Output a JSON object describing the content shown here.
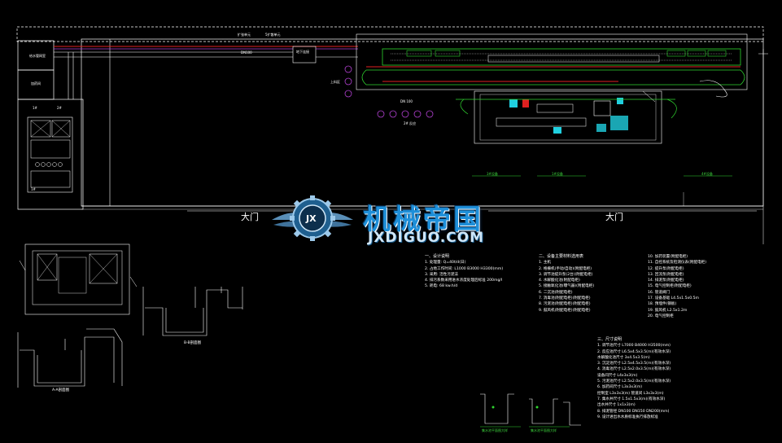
{
  "drawing": {
    "gate_labels": [
      "大门",
      "大门"
    ],
    "top_labels": [
      "扩张单元",
      "5扩散单元",
      "DN100",
      "地下连接"
    ],
    "left_room_labels": [
      "给水管网室",
      "加药间"
    ],
    "floor_labels": [
      "1#",
      "2#",
      "1#"
    ],
    "legend_left": "上料区",
    "device_labels": [
      "DN 100",
      "2# 反应"
    ],
    "bottom_green_labels": [
      "3#设备",
      "1#设备",
      "4#设备"
    ],
    "section_captions": [
      "A-A剖面图",
      "B-B剖面图"
    ],
    "small_captions": [
      "集水池平面图大样",
      "集水池平面图大样"
    ],
    "colors": {
      "cad_white": "#ffffff",
      "line_green": "#2fd52f",
      "line_red": "#e02020",
      "line_purple": "#b040d0",
      "line_cyan": "#20d0e0",
      "logo_blue": "#1e8fd9"
    }
  },
  "notes": {
    "col1": {
      "title": "一、设计说明",
      "items": [
        "1. 处理量: Q=40t/d(日)",
        "2. 占地工作时间: L1000 B3000 H3300(mm)",
        "3. 采用: 活性污泥法",
        "4. 排污系数采用进水浓度处理后标准 200mg/l",
        "5. 耗电: 68 kw.h/d"
      ]
    },
    "col2": {
      "title": "二、设备主要材料选用表",
      "items": [
        "1. 主机",
        "2. 格栅机(手动/自动)(附配电柜)",
        "3. 调节池提升泵(2台)(附配电柜)",
        "4. 水解酸化池(附配电柜)",
        "5. 接触氧化池(曝气器)(附配电柜)",
        "6. 二沉池(附配电柜)",
        "7. 消毒池(附配电柜)(附配电柜)",
        "8. 污泥池(附配电柜)(附配电柜)",
        "9. 鼓风机(附配电柜)(附配电柜)"
      ]
    },
    "col3": {
      "items": [
        "10. 加药装置(附配电柜)",
        "11. 自控系统及检测仪表(附配电柜)",
        "12. 提升泵(附配电柜)",
        "13. 回流泵(附配电柜)",
        "14. 排泥泵(附配电柜)",
        "15. 电气控制柜(附配电柜)",
        "16. 管道阀门",
        "17. 设备基础 L4.5x1.5x0.5m",
        "18. 预埋件(钢板)",
        "19. 鼓风机 L2.5x1.2m",
        "20. 电气控制柜"
      ]
    },
    "col4": {
      "title": "三、尺寸说明",
      "items": [
        "1. 调节池尺寸 L7000 B4000 H3500(mm)",
        "2. 反应池尺寸 L6.5x4.5x3.5(m)(有效水深)",
        "   水解酸化池尺寸 3x4.5x3.5(m)",
        "3. 沉淀池尺寸 L2.5x4.5x3.5(m)(有效水深)",
        "4. 消毒池尺寸 L2.5x2.0x3.5(m)(有效水深)",
        "   设备间尺寸 L4x3x3(m)",
        "5. 污泥池尺寸 L2.5x2.0x3.5(m)(有效水深)",
        "6. 加药间尺寸 L3x3x3(m)",
        "   控制室 L3x3x3(m) 管道间 L3x3x3(m)",
        "7. 集水井尺寸 1.5x1.5x3(m)(有效水深)",
        "   出水井尺寸 1x1x3(m)",
        "8. 排泥管径 DN100 DN150 DN200(mm)",
        "9. 设计进出水水质标准执行排放标准"
      ]
    }
  },
  "watermark": {
    "cn": "机械帝国",
    "en": "JXDIGUO.COM",
    "badge": "JX"
  }
}
